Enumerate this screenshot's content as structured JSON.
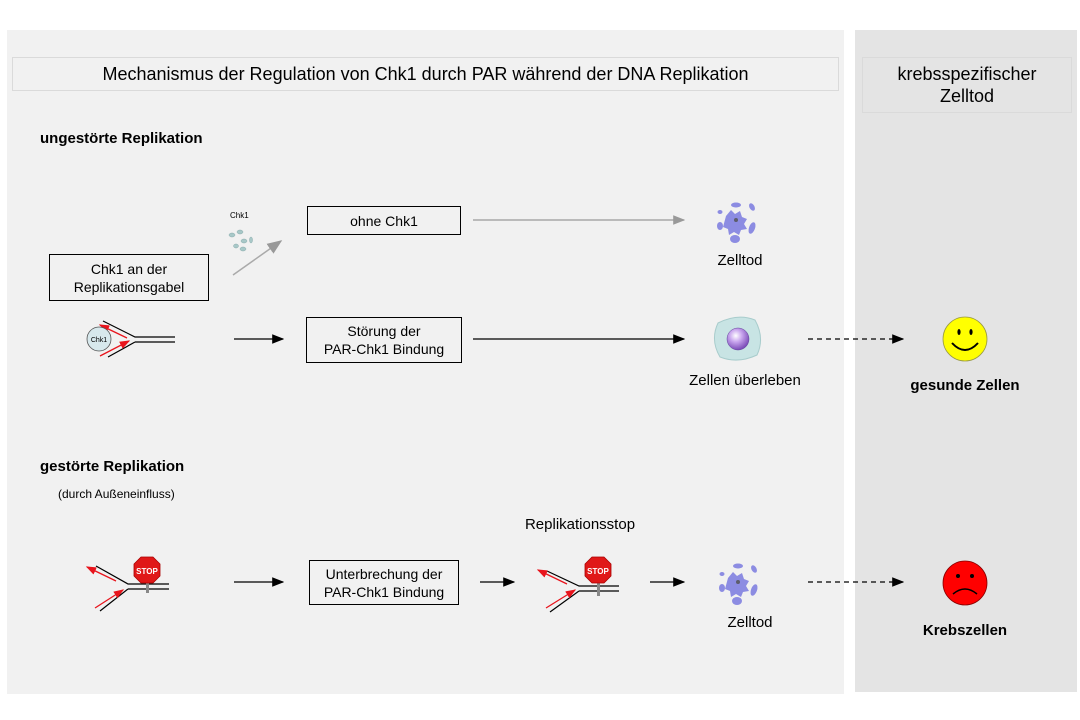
{
  "diagram": {
    "title": "Mechanismus der Regulation von Chk1 durch PAR während der DNA Replikation",
    "side_title_line1": "krebsspezifischer",
    "side_title_line2": "Zelltod",
    "colors": {
      "panel_main": "#f1f1f1",
      "panel_side": "#e4e4e4",
      "strand_red": "#e8141c",
      "happy_face": "#ffff00",
      "sad_face": "#ff0000",
      "cell_death": "#7b7be0",
      "cell_nucleus": "#a070d0"
    },
    "undisturbed": {
      "heading": "ungestörte Replikation",
      "start_box_line1": "Chk1 an der",
      "start_box_line2": "Replikationsgabel",
      "chk1_label_small": "Chk1",
      "chk1_label_circle": "Chk1",
      "branch_without_box": "ohne Chk1",
      "branch_without_result": "Zelltod",
      "branch_disrupt_line1": "Störung der",
      "branch_disrupt_line2": "PAR-Chk1 Bindung",
      "branch_disrupt_result": "Zellen überleben",
      "outcome": "gesunde Zellen"
    },
    "disturbed": {
      "heading": "gestörte Replikation",
      "subheading": "(durch Außeneinfluss)",
      "stop_sign_text": "STOP",
      "interrupt_line1": "Unterbrechung der",
      "interrupt_line2": "PAR-Chk1 Bindung",
      "stop_label": "Replikationsstop",
      "result": "Zelltod",
      "outcome": "Krebszellen"
    }
  }
}
